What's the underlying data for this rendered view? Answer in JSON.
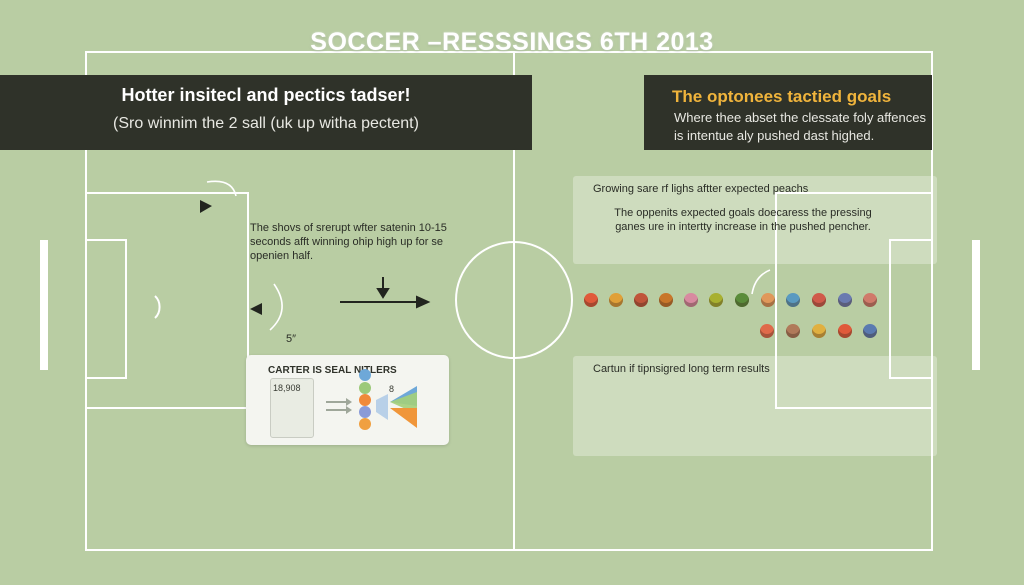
{
  "title": "SOCCER –RESSSINGS 6TH 2013",
  "left_panel": {
    "heading": "Hotter insitecl and pectics tadser!",
    "subheading": "(Sro winnim the 2 sall (uk up witha pectent)"
  },
  "right_panel": {
    "heading": "The optonees tactied goals",
    "body": "Where thee abset the clessate foly affences is intentue aly pushed dast highed."
  },
  "left_annotation": "The shovs of srerupt wfter satenin 10-15 seconds afft winning ohip high up for se openien half.",
  "minute_label": "5″",
  "card": {
    "title": "CARTER IS SEAL NITLERS",
    "number": "18,908",
    "small_label": "8"
  },
  "right_box_1": {
    "line1": "Growing sare rf lighs aftter expected peachs",
    "line2": "The oppenits expected goals doecaress the pressing ganes ure in intertty increase in the pushed pencher."
  },
  "right_box_2": {
    "text": "Cartun if tipnsigred long term results"
  },
  "colors": {
    "pitch": "#b9cda3",
    "line": "#ffffff",
    "panel": "#2f3229",
    "accent": "#f0b43c"
  },
  "player_avatars": [
    {
      "name": "avatar-1",
      "color": "#e05a3a"
    },
    {
      "name": "avatar-2",
      "color": "#e0a038"
    },
    {
      "name": "avatar-3",
      "color": "#c0553a"
    },
    {
      "name": "avatar-4",
      "color": "#c8762a"
    },
    {
      "name": "avatar-5",
      "color": "#d88aa0"
    },
    {
      "name": "avatar-6",
      "color": "#a8b030"
    },
    {
      "name": "avatar-7",
      "color": "#5a8c3a"
    },
    {
      "name": "avatar-8",
      "color": "#e0985a"
    },
    {
      "name": "avatar-9",
      "color": "#5a9ac0"
    },
    {
      "name": "avatar-10",
      "color": "#d05a4a"
    },
    {
      "name": "avatar-11",
      "color": "#6a7ab0"
    },
    {
      "name": "avatar-12",
      "color": "#d07a6a"
    },
    {
      "name": "avatar-13",
      "color": "#e06a4a"
    },
    {
      "name": "avatar-14",
      "color": "#b07a5a"
    },
    {
      "name": "avatar-15",
      "color": "#e0b040"
    },
    {
      "name": "avatar-16",
      "color": "#e05a3a"
    },
    {
      "name": "avatar-17",
      "color": "#5a7ab0"
    }
  ]
}
